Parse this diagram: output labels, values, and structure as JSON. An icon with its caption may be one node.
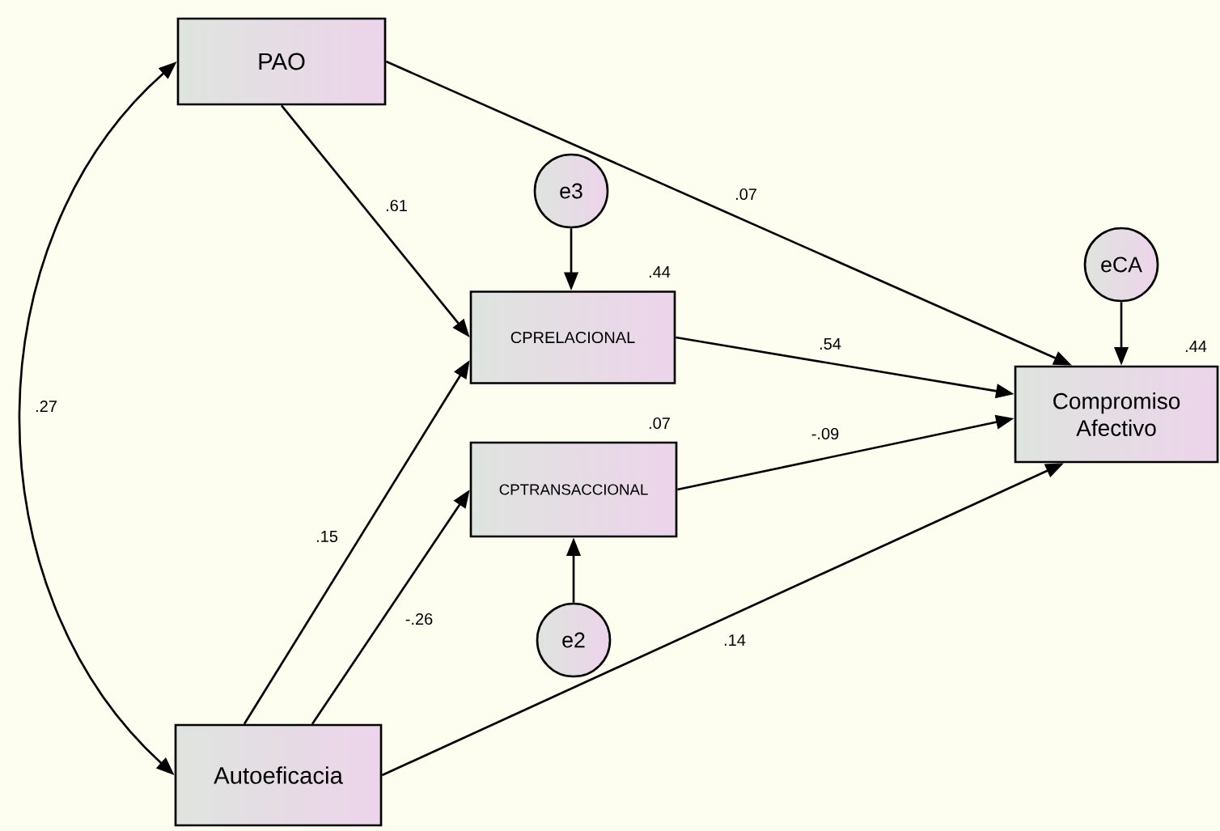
{
  "diagram": {
    "nodes": [
      {
        "text": [
          "PAO"
        ]
      },
      {
        "text": [
          "e3"
        ]
      },
      {
        "text": [
          "eCA"
        ]
      },
      {
        "text": [
          "CPRELACIONAL"
        ],
        "beside": [
          ".44"
        ]
      },
      {
        "text": [
          "Compromiso Afectivo"
        ],
        "beside": [
          ".44"
        ]
      },
      {
        "text": [
          "CPTRANSACCIONAL"
        ],
        "beside": [
          ".07"
        ]
      },
      {
        "text": [
          "e2"
        ]
      },
      {
        "text": [
          "Autoeficacia"
        ]
      }
    ],
    "edges": [
      {
        "from": 0,
        "to": 3,
        "arrow": "to",
        "label": ".61"
      },
      {
        "from": 0,
        "to": 4,
        "arrow": "to",
        "label": ".07"
      },
      {
        "from": 1,
        "to": 3,
        "arrow": "to"
      },
      {
        "from": 2,
        "to": 4,
        "arrow": "to"
      },
      {
        "from": 3,
        "to": 4,
        "arrow": "to",
        "label": ".54"
      },
      {
        "from": 5,
        "to": 4,
        "arrow": "to",
        "label": "-.09"
      },
      {
        "from": 6,
        "to": 5,
        "arrow": "to"
      },
      {
        "from": 7,
        "to": 3,
        "arrow": "to",
        "label": ".15"
      },
      {
        "from": 7,
        "to": 5,
        "arrow": "to",
        "label": "-.26"
      },
      {
        "from": 7,
        "to": 4,
        "arrow": "to",
        "label": ".14"
      },
      {
        "from": 0,
        "to": 7,
        "arrow": "both",
        "label": ".27"
      }
    ]
  }
}
